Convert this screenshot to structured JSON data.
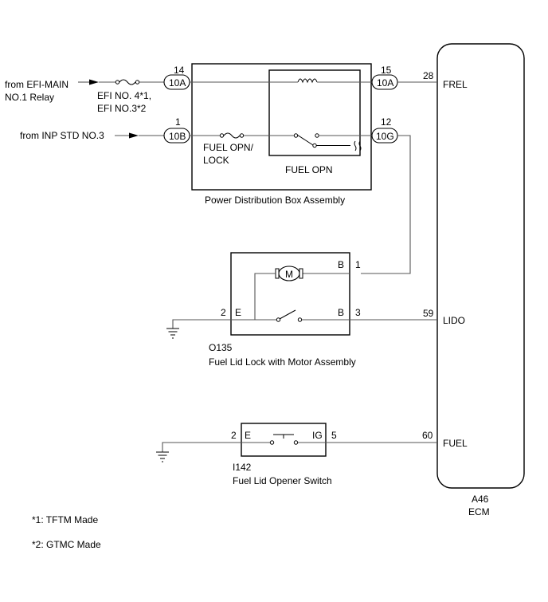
{
  "sources": {
    "efi_main": [
      "from EFI-MAIN",
      "NO.1 Relay"
    ],
    "inp_std": "from INP STD NO.3"
  },
  "fuses": {
    "efi_no4": [
      "EFI NO. 4*1,",
      "EFI NO.3*2"
    ],
    "fuel_opn_lock": [
      "FUEL OPN/",
      "LOCK"
    ]
  },
  "power_box": {
    "label": "Power Distribution Box Assembly",
    "relay_label": "FUEL OPN",
    "connectors": {
      "in_top": {
        "pin": "14",
        "code": "10A"
      },
      "in_mid": {
        "pin": "1",
        "code": "10B"
      },
      "out_top": {
        "pin": "15",
        "code": "10A"
      },
      "out_mid": {
        "pin": "12",
        "code": "10G"
      }
    }
  },
  "motor_assembly": {
    "id": "O135",
    "name": "Fuel Lid Lock with Motor Assembly",
    "motor_symbol": "M",
    "terminals": {
      "b_top": "B",
      "pin_b_top": "1",
      "e": "E",
      "pin_e": "2",
      "b_bottom": "B",
      "pin_b_bottom": "3"
    }
  },
  "opener_switch": {
    "id": "I142",
    "name": "Fuel Lid Opener Switch",
    "terminals": {
      "e": "E",
      "pin_e": "2",
      "ig": "IG",
      "pin_ig": "5"
    }
  },
  "ecm": {
    "id": "A46",
    "name": "ECM",
    "pins": [
      {
        "num": "28",
        "label": "FREL"
      },
      {
        "num": "59",
        "label": "LIDO"
      },
      {
        "num": "60",
        "label": "FUEL"
      }
    ]
  },
  "footnotes": [
    "*1: TFTM Made",
    "*2: GTMC Made"
  ]
}
